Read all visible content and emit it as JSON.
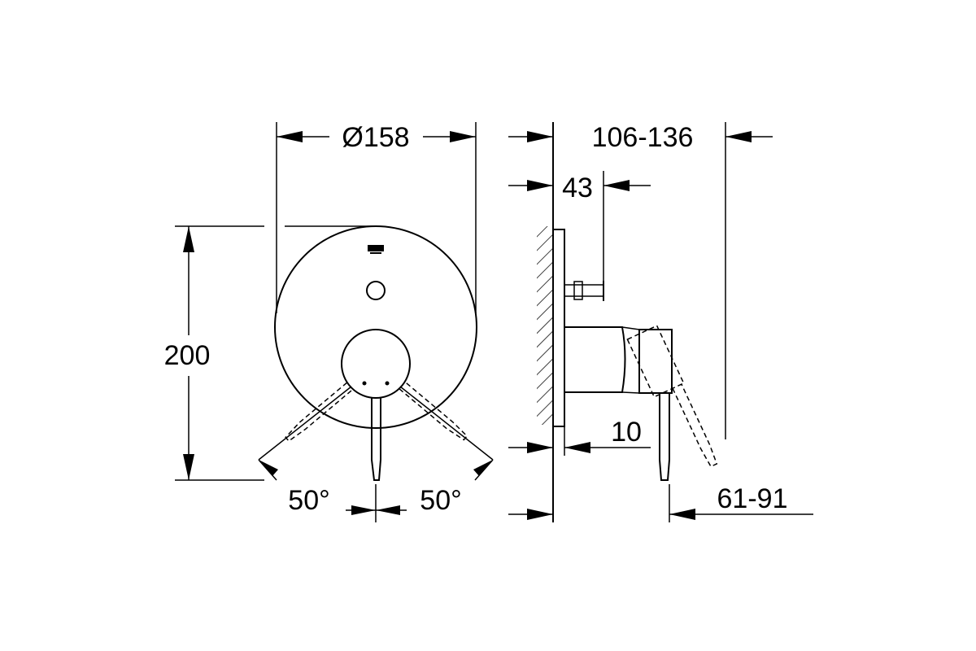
{
  "dimensions": {
    "diameter_label": "Ø158",
    "height_label": "200",
    "depth_range_label": "106-136",
    "stem_label": "43",
    "plate_label": "10",
    "lever_range_label": "61-91",
    "angle_left_label": "50°",
    "angle_right_label": "50°"
  },
  "icons": {
    "brand_mark": "brand-logo-icon"
  }
}
